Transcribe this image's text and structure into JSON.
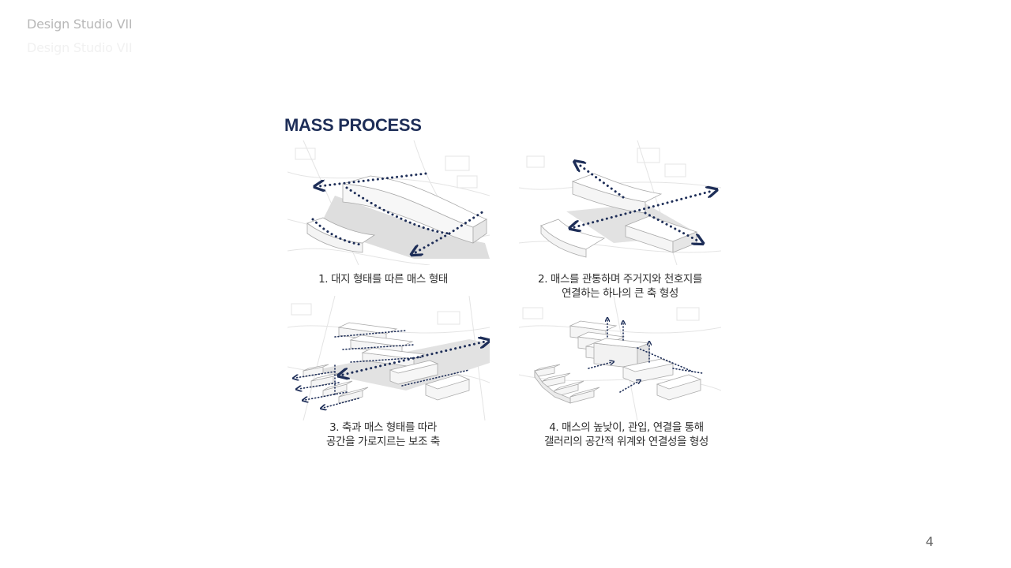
{
  "header": {
    "title": "Design Studio VII",
    "title_shadow": "Design Studio VII"
  },
  "slide": {
    "page_number": "4",
    "title": "MASS PROCESS",
    "steps": [
      {
        "line1": "1. 대지 형태를 따른 매스 형태",
        "line2": ""
      },
      {
        "line1": "2. 매스를 관통하며 주거지와 천호지를",
        "line2": "연결하는 하나의 큰 축 형성"
      },
      {
        "line1": "3. 축과 매스 형태를 따라",
        "line2": "공간을 가로지르는 보조 축"
      },
      {
        "line1": "4. 매스의 높낮이, 관입, 연결을 통해",
        "line2": "갤러리의 공간적 위계와 연결성을 형성"
      }
    ]
  },
  "colors": {
    "title": "#1e2e58",
    "arrow": "#1e2e58",
    "header_text": "#b8b8b8"
  }
}
